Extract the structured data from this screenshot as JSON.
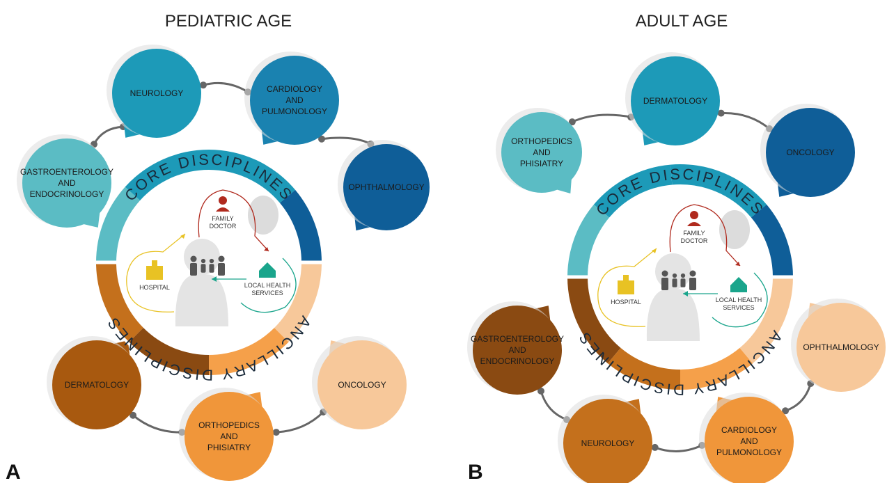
{
  "colors": {
    "core_light": "#5bbcc4",
    "core_mid": "#1d9ab8",
    "core_dark": "#0f5e98",
    "anc_dark": "#8a4a12",
    "anc_mid": "#c4701c",
    "anc_light": "#f5a04a",
    "anc_pale": "#f7c89a",
    "doctor_red": "#b02a1e",
    "hospital_yellow": "#e8c224",
    "local_green": "#1aa58c",
    "connector": "#666666"
  },
  "panels": [
    {
      "id": "A",
      "letter": "A",
      "title": "PEDIATRIC AGE",
      "core_label": "CORE DISCIPLINES",
      "ancillary_label": "ANCILLARY DISCIPLINES",
      "center": {
        "doctor": [
          "FAMILY",
          "DOCTOR"
        ],
        "hospital": [
          "HOSPITAL"
        ],
        "local": [
          "LOCAL HEALTH",
          "SERVICES"
        ]
      },
      "bubbles": [
        {
          "key": "neurology",
          "lines": [
            "NEUROLOGY"
          ],
          "color": "#1d9ab8",
          "group": "core"
        },
        {
          "key": "cardiology-pulmonology",
          "lines": [
            "CARDIOLOGY",
            "AND",
            "PULMONOLOGY"
          ],
          "color": "#1a82b0",
          "group": "core"
        },
        {
          "key": "ophthalmology",
          "lines": [
            "OPHTHALMOLOGY"
          ],
          "color": "#0f5e98",
          "group": "core"
        },
        {
          "key": "gastroenterology-endocrinology",
          "lines": [
            "GASTROENTEROLOGY",
            "AND",
            "ENDOCRINOLOGY"
          ],
          "color": "#5bbcc4",
          "group": "core"
        },
        {
          "key": "dermatology",
          "lines": [
            "DERMATOLOGY"
          ],
          "color": "#a8590f",
          "group": "ancillary"
        },
        {
          "key": "orthopedics-phisiatry",
          "lines": [
            "ORTHOPEDICS",
            "AND",
            "PHISIATRY"
          ],
          "color": "#f0963a",
          "group": "ancillary"
        },
        {
          "key": "oncology",
          "lines": [
            "ONCOLOGY"
          ],
          "color": "#f7c89a",
          "group": "ancillary"
        }
      ]
    },
    {
      "id": "B",
      "letter": "B",
      "title": "ADULT AGE",
      "core_label": "CORE DISCIPLINES",
      "ancillary_label": "ANCILLARY DISCIPLINES",
      "center": {
        "doctor": [
          "FAMILY",
          "DOCTOR"
        ],
        "hospital": [
          "HOSPITAL"
        ],
        "local": [
          "LOCAL HEALTH",
          "SERVICES"
        ]
      },
      "bubbles": [
        {
          "key": "dermatology",
          "lines": [
            "DERMATOLOGY"
          ],
          "color": "#1d9ab8",
          "group": "core"
        },
        {
          "key": "orthopedics-phisiatry",
          "lines": [
            "ORTHOPEDICS",
            "AND",
            "PHISIATRY"
          ],
          "color": "#5bbcc4",
          "group": "core"
        },
        {
          "key": "oncology",
          "lines": [
            "ONCOLOGY"
          ],
          "color": "#0f5e98",
          "group": "core"
        },
        {
          "key": "gastroenterology-endocrinology",
          "lines": [
            "GASTROENTEROLOGY",
            "AND",
            "ENDOCRINOLOGY"
          ],
          "color": "#8a4a12",
          "group": "ancillary"
        },
        {
          "key": "ophthalmology",
          "lines": [
            "OPHTHALMOLOGY"
          ],
          "color": "#f7c89a",
          "group": "ancillary"
        },
        {
          "key": "neurology",
          "lines": [
            "NEUROLOGY"
          ],
          "color": "#c4701c",
          "group": "ancillary"
        },
        {
          "key": "cardiology-pulmonology",
          "lines": [
            "CARDIOLOGY",
            "AND",
            "PULMONOLOGY"
          ],
          "color": "#f0963a",
          "group": "ancillary"
        }
      ]
    }
  ]
}
